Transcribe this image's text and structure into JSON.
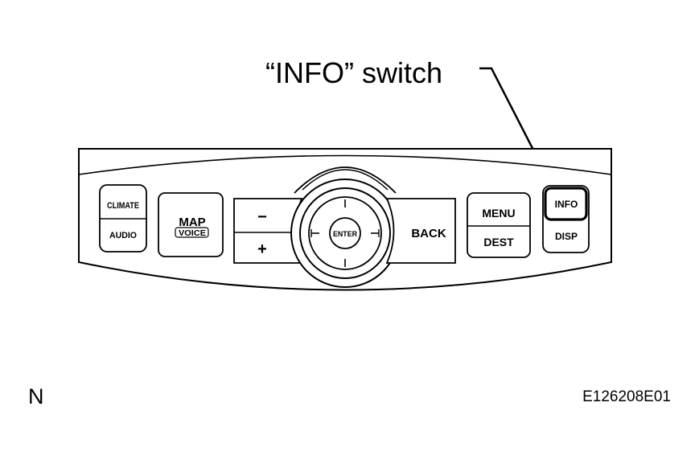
{
  "callout": {
    "label": "“INFO” switch"
  },
  "panel": {
    "buttons": {
      "climate": "CLIMATE",
      "audio": "AUDIO",
      "map": "MAP",
      "voice": "VOICE",
      "zoom_out": "−",
      "zoom_in": "+",
      "enter": "ENTER",
      "back": "BACK",
      "menu": "MENU",
      "dest": "DEST",
      "info": "INFO",
      "disp": "DISP"
    }
  },
  "corner": {
    "left_code": "N",
    "right_code": "E126208E01"
  }
}
